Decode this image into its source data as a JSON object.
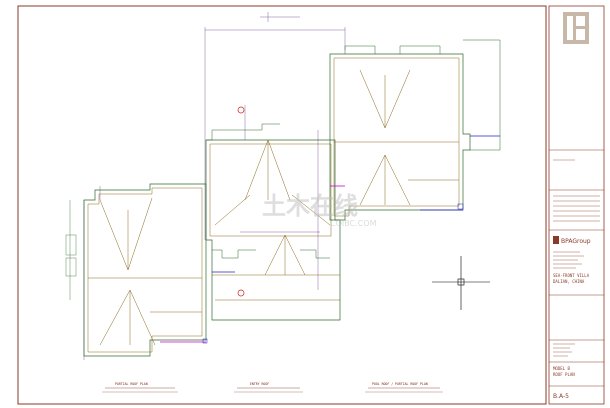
{
  "drawing": {
    "watermark": "土木在线",
    "watermark_sub": "COIBC.COM",
    "view_titles": [
      "PARTIAL ROOF PLAN",
      "ENTRY ROOF",
      "POOL ROOF / PARTIAL ROOF PLAN"
    ]
  },
  "title_block": {
    "logo_text": "BPAGroup",
    "project_line1": "SEA-FRONT VILLA",
    "project_line2": "DALIAN, CHINA",
    "drawing_line1": "MODEL B",
    "drawing_line2": "ROOF PLAN",
    "sheet_number": "B.A-5"
  },
  "colors": {
    "border": "#8a3a28",
    "wall": "#2e6b2e",
    "roof": "#8a6a1a",
    "dimension": "#6b3a8a",
    "accent_magenta": "#d000d0",
    "accent_blue": "#2020c0"
  }
}
